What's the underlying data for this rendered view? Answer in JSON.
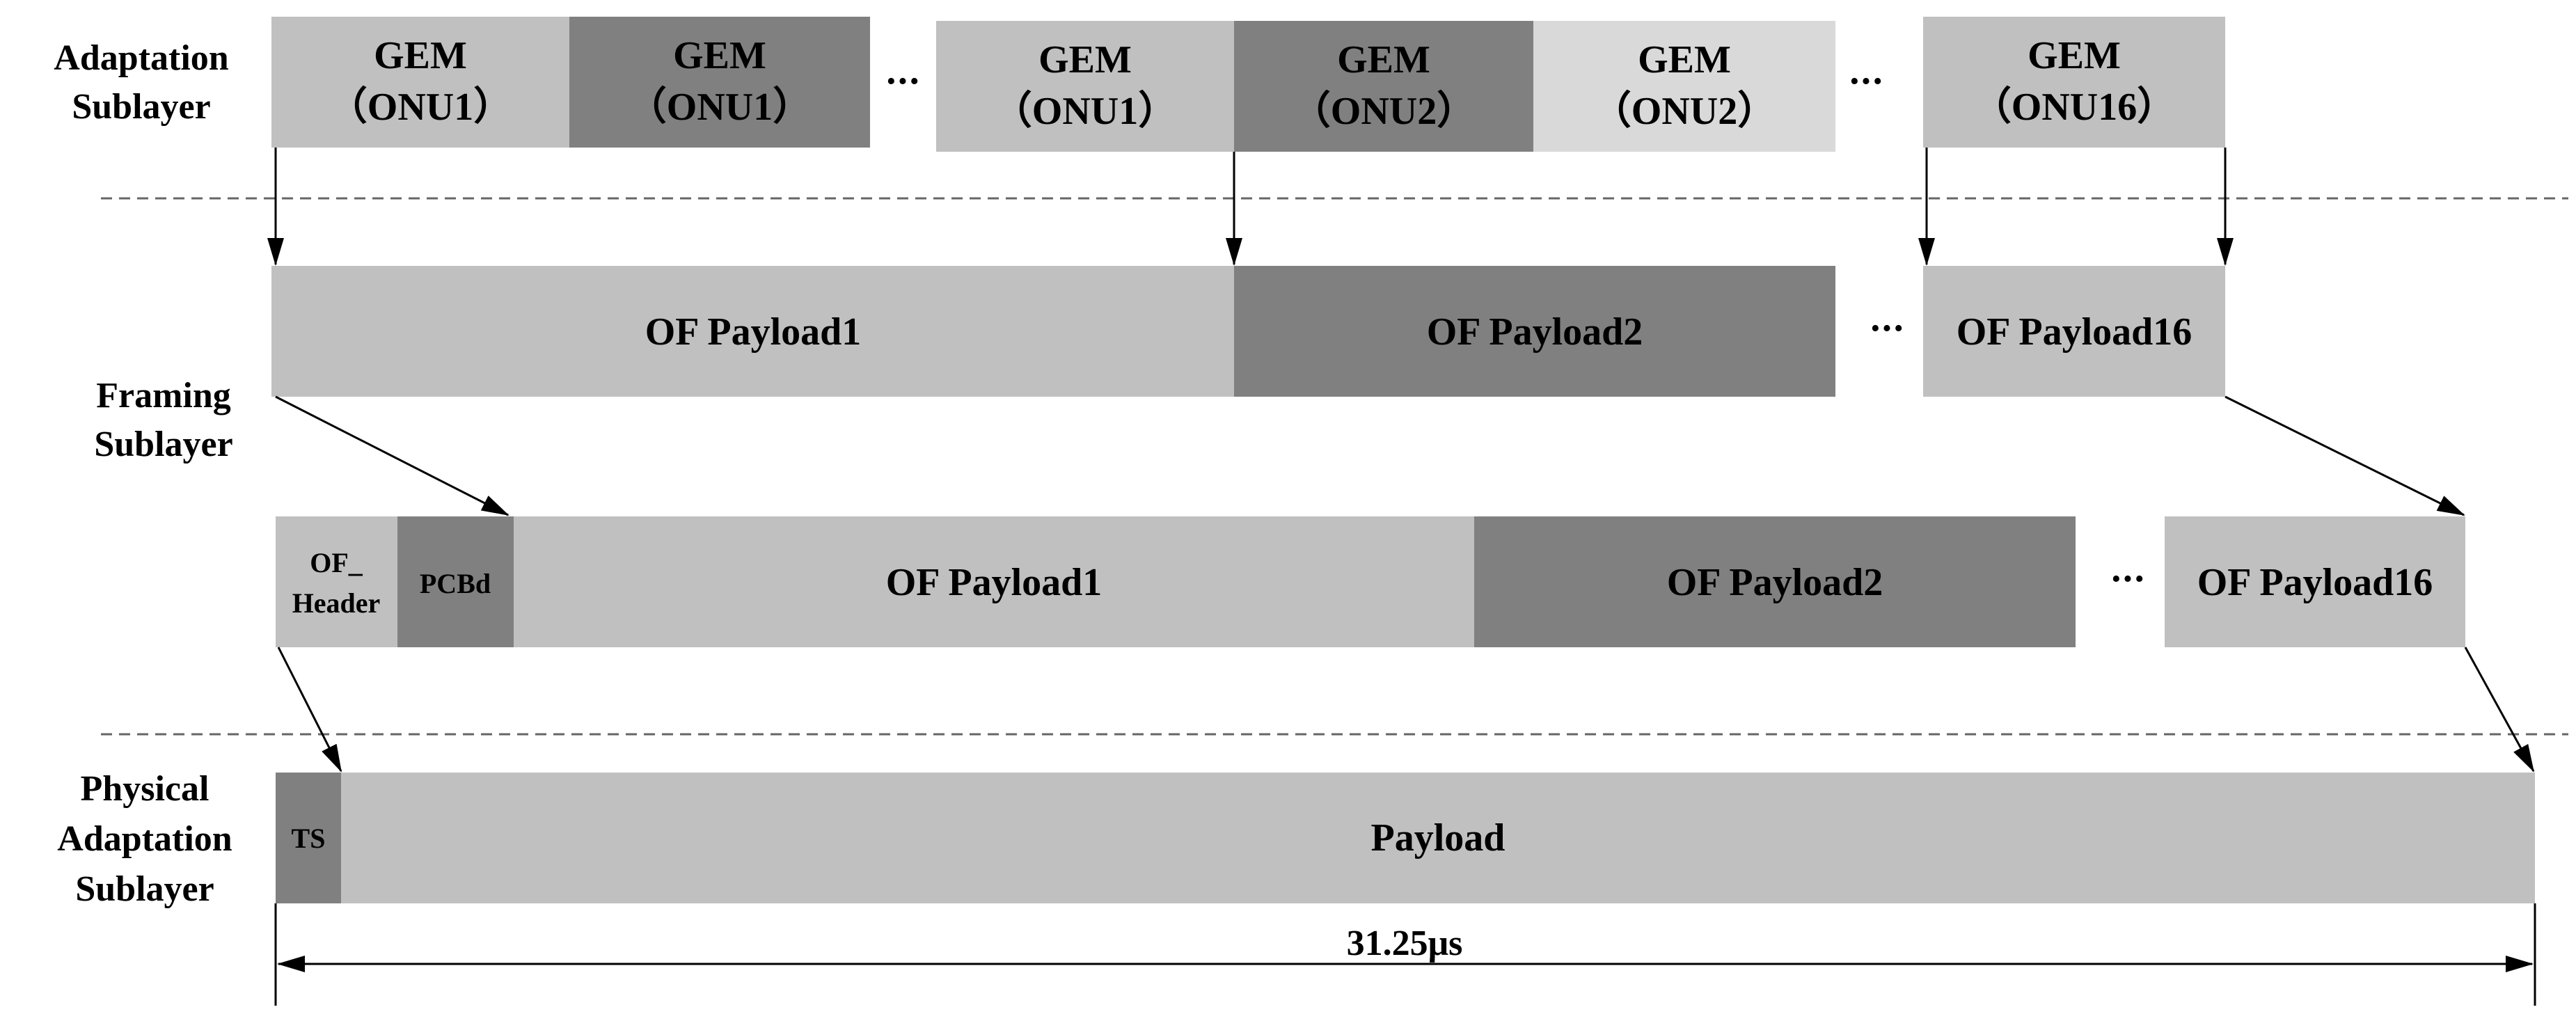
{
  "layers": {
    "adaptation": [
      "Adaptation",
      "Sublayer"
    ],
    "framing": [
      "Framing",
      "Sublayer"
    ],
    "physical": [
      "Physical",
      "Adaptation",
      "Sublayer"
    ]
  },
  "gem_row": [
    {
      "line1": "GEM",
      "line2": "（ONU1）"
    },
    {
      "line1": "GEM",
      "line2": "（ONU1）"
    },
    {
      "line1": "GEM",
      "line2": "（ONU1）"
    },
    {
      "line1": "GEM",
      "line2": "（ONU2）"
    },
    {
      "line1": "GEM",
      "line2": "（ONU2）"
    },
    {
      "line1": "GEM",
      "line2": "（ONU16）"
    }
  ],
  "framing_row": [
    "OF Payload1",
    "OF Payload2",
    "OF Payload16"
  ],
  "framed_row": {
    "header": [
      "OF_",
      "Header"
    ],
    "pcbd": "PCBd",
    "payloads": [
      "OF Payload1",
      "OF Payload2",
      "OF Payload16"
    ]
  },
  "physical_row": {
    "ts": "TS",
    "payload": "Payload"
  },
  "duration": "31.25μs",
  "ellipsis": "···",
  "colors": {
    "light": "#c0c0c0",
    "dark": "#808080",
    "lighter": "#d9d9d9",
    "line": "#000000",
    "divider": "#666666"
  }
}
